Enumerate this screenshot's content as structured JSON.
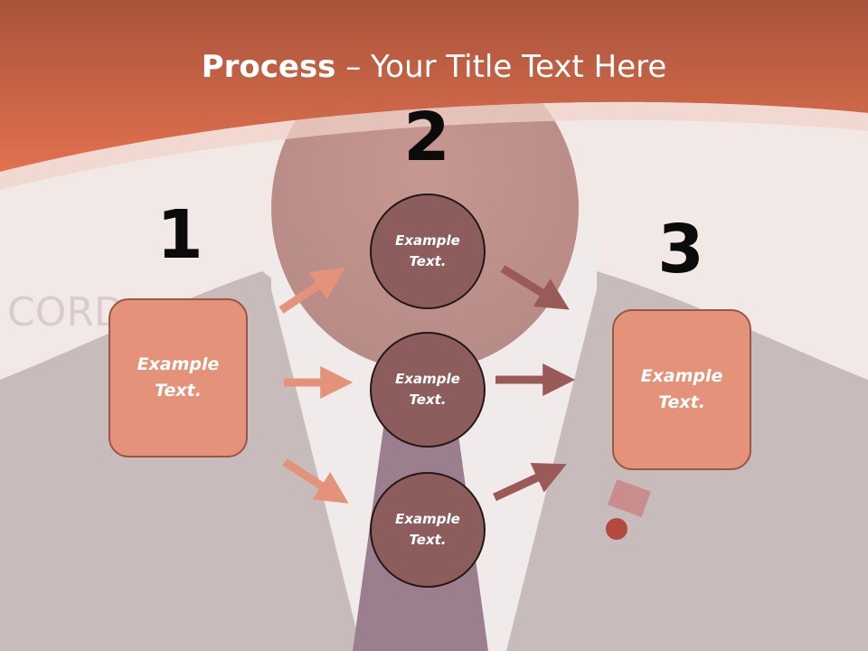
{
  "slide": {
    "title_bold": "Process",
    "title_rest": " – Your Title Text Here",
    "step_numbers": [
      "1",
      "2",
      "3"
    ],
    "left_box_text": "Example\nText.",
    "right_box_text": "Example\nText.",
    "circles": [
      {
        "text": "Example\nText."
      },
      {
        "text": "Example\nText."
      },
      {
        "text": "Example\nText."
      }
    ],
    "background_letters": "CORD",
    "colors": {
      "header": "#d9694c",
      "box_fill": "#e4937a",
      "circle_fill": "#8c5d5c",
      "arrow_left": "#e4937a",
      "arrow_right": "#9a5b58"
    }
  }
}
